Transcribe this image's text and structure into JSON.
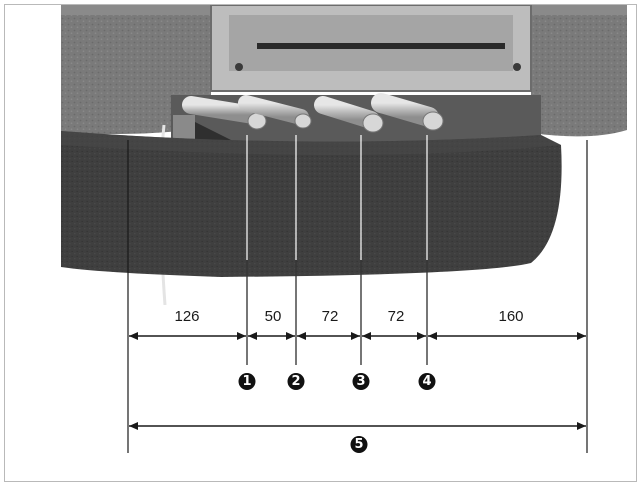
{
  "dimensions": {
    "segments": [
      {
        "label": "126"
      },
      {
        "label": "50"
      },
      {
        "label": "72"
      },
      {
        "label": "72"
      },
      {
        "label": "160"
      }
    ]
  },
  "connections": [
    {
      "marker": "1"
    },
    {
      "marker": "2"
    },
    {
      "marker": "3"
    },
    {
      "marker": "4"
    }
  ],
  "overall": {
    "marker": "5"
  },
  "colors": {
    "foam": "#6e6e6e",
    "foam_light": "#8c8c8c",
    "tray": "#3b3b3b",
    "pipe": "#c9c9c9",
    "line": "#1a1a1a"
  }
}
